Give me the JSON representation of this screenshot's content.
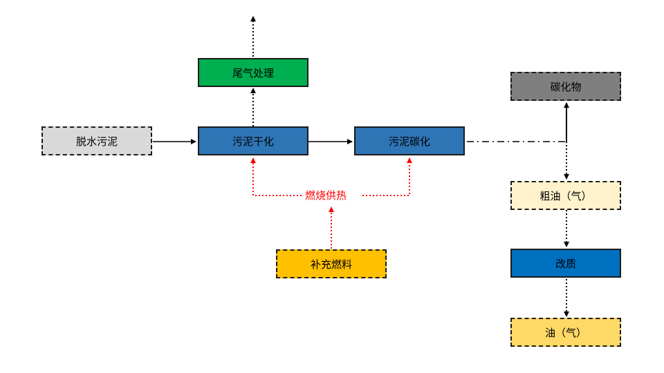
{
  "colors": {
    "dewater": "#d9d9d9",
    "tail": "#00b050",
    "blue": "#2e75b6",
    "char": "#7f7f7f",
    "crude": "#fff2cc",
    "upgrade": "#0070c0",
    "oil": "#ffd966",
    "fuel": "#ffc000",
    "heat": "#ff0000"
  },
  "nodes": {
    "dewatered_sludge": "脱水污泥",
    "tail_gas": "尾气处理",
    "sludge_drying": "污泥干化",
    "sludge_carbonization": "污泥碳化",
    "char": "碳化物",
    "crude_oil": "粗油（气）",
    "upgrading": "改质",
    "oil": "油（气）",
    "supplementary_fuel": "补充燃料"
  },
  "labels": {
    "combustion_heat": "燃烧供热"
  }
}
